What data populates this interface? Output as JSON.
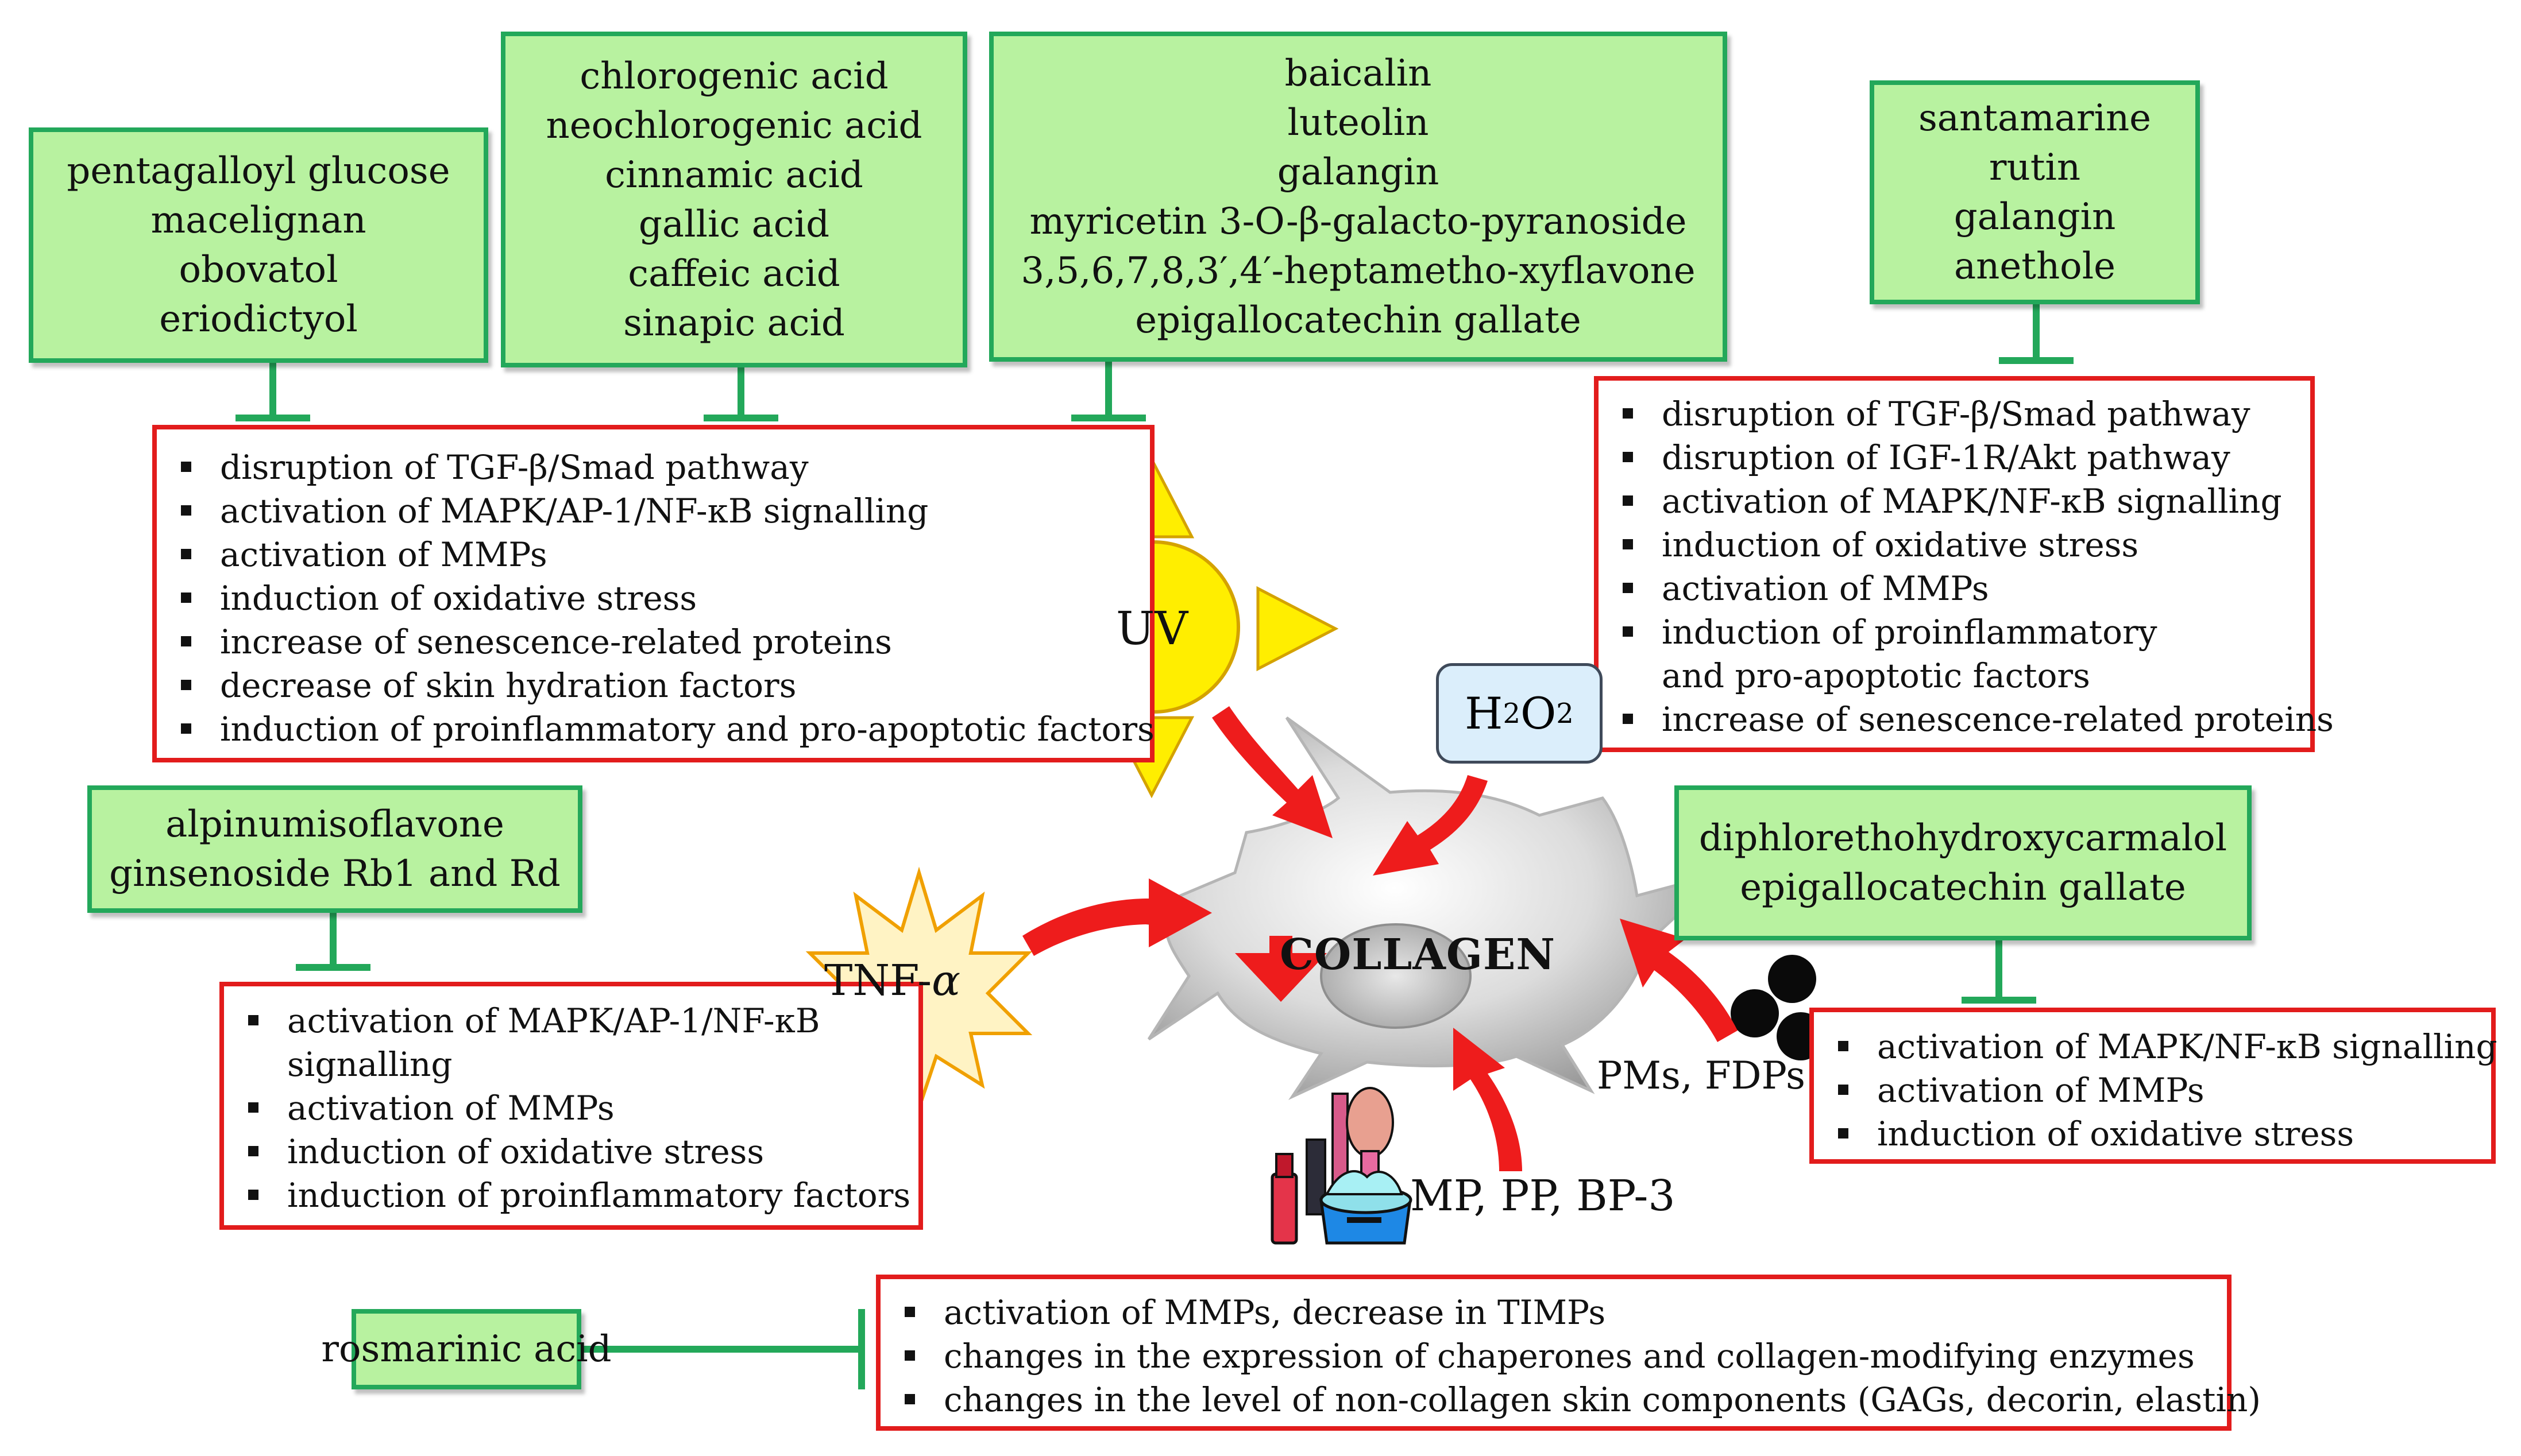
{
  "colors": {
    "inhibitor_fill": "#b8f2a0",
    "inhibitor_border": "#23a85a",
    "mechanism_border": "#e21c1c",
    "arrow": "#ee1c1c",
    "uv_fill": "#ffee00",
    "h2o2_fill": "#dbeefb"
  },
  "inhibitor_groups": [
    {
      "id": "g1",
      "lines": [
        "pentagalloyl glucose",
        "macelignan",
        "obovatol",
        "eriodictyol"
      ]
    },
    {
      "id": "g2",
      "lines": [
        "chlorogenic acid",
        "neochlorogenic acid",
        "cinnamic acid",
        "gallic acid",
        "caffeic acid",
        "sinapic acid"
      ]
    },
    {
      "id": "g3",
      "lines": [
        "baicalin",
        "luteolin",
        "galangin",
        "myricetin 3-O-β-galacto-pyranoside",
        "3,5,6,7,8,3′,4′-heptametho-xyflavone",
        "epigallocatechin gallate"
      ]
    },
    {
      "id": "g4",
      "lines": [
        "santamarine",
        "rutin",
        "galangin",
        "anethole"
      ]
    },
    {
      "id": "g5",
      "lines": [
        "alpinumisoflavone",
        "ginsenoside Rb1 and Rd"
      ]
    },
    {
      "id": "g6",
      "lines": [
        "diphlorethohydroxycarmalol",
        "epigallocatechin gallate"
      ]
    },
    {
      "id": "g7",
      "lines": [
        "rosmarinic acid"
      ]
    }
  ],
  "mechanism_groups": [
    {
      "id": "uv",
      "items": [
        "disruption of TGF-β/Smad pathway",
        "activation of MAPK/AP-1/NF-κB signalling",
        "activation of MMPs",
        "induction of oxidative stress",
        "increase of senescence-related proteins",
        "decrease of skin hydration factors",
        "induction of proinflammatory and pro-apoptotic factors"
      ]
    },
    {
      "id": "h2o2",
      "items": [
        "disruption of TGF-β/Smad pathway",
        "disruption of IGF-1R/Akt pathway",
        "activation  of MAPK/NF-κB signalling",
        "induction of oxidative stress",
        "activation of MMPs",
        "induction of proinflammatory",
        "and pro-apoptotic factors",
        "increase of senescence-related proteins"
      ]
    },
    {
      "id": "tnf",
      "items": [
        "activation of MAPK/AP-1/NF-κB",
        "signalling",
        "activation of MMPs",
        "induction of oxidative stress",
        "induction of proinflammatory factors"
      ]
    },
    {
      "id": "pm",
      "items": [
        "activation of MAPK/NF-κB signalling",
        "activation of MMPs",
        "induction of oxidative stress"
      ]
    },
    {
      "id": "cosm",
      "items": [
        "activation of MMPs, decrease in TIMPs",
        "changes in the expression of chaperones and collagen-modifying enzymes",
        "changes in the level of non-collagen skin components (GAGs, decorin, elastin)"
      ]
    }
  ],
  "stressors": {
    "uv": "UV",
    "h2o2_main": "H",
    "h2o2_sub1": "2",
    "h2o2_mid": "O",
    "h2o2_sub2": "2",
    "tnf_main": "TNF-",
    "tnf_greek": "α",
    "particles": "PMs, FDPs",
    "chemicals": "MP, PP, BP-3"
  },
  "center": {
    "label": "COLLAGEN"
  }
}
